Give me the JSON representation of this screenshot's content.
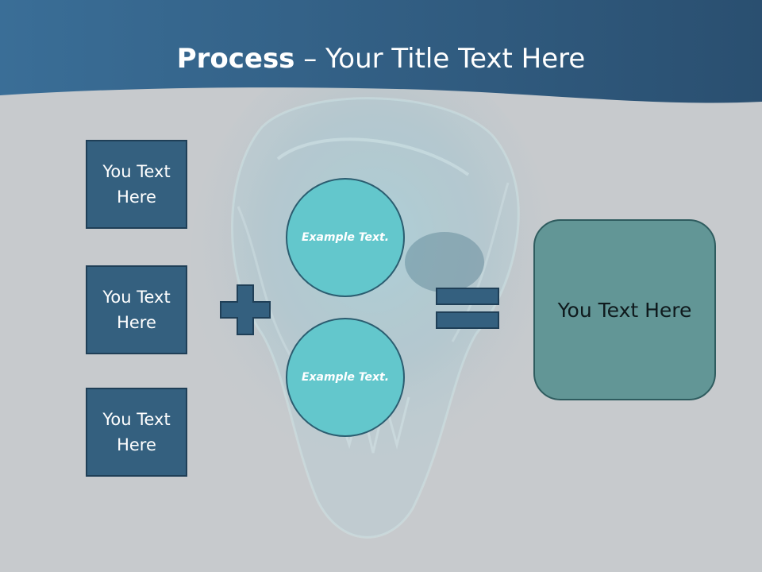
{
  "slide": {
    "title_bold": "Process",
    "title_rest": " – Your Title Text Here",
    "left_boxes": [
      {
        "text": "You Text Here"
      },
      {
        "text": "You Text Here"
      },
      {
        "text": "You Text Here"
      }
    ],
    "circles": [
      {
        "text": "Example Text."
      },
      {
        "text": "Example Text."
      }
    ],
    "result_text": "You Text Here"
  },
  "colors": {
    "header": "#2f5a7e",
    "background": "#c7cacd",
    "box_fill": "#34607f",
    "circle_fill": "#63c7cc",
    "result_fill": "#629696"
  }
}
